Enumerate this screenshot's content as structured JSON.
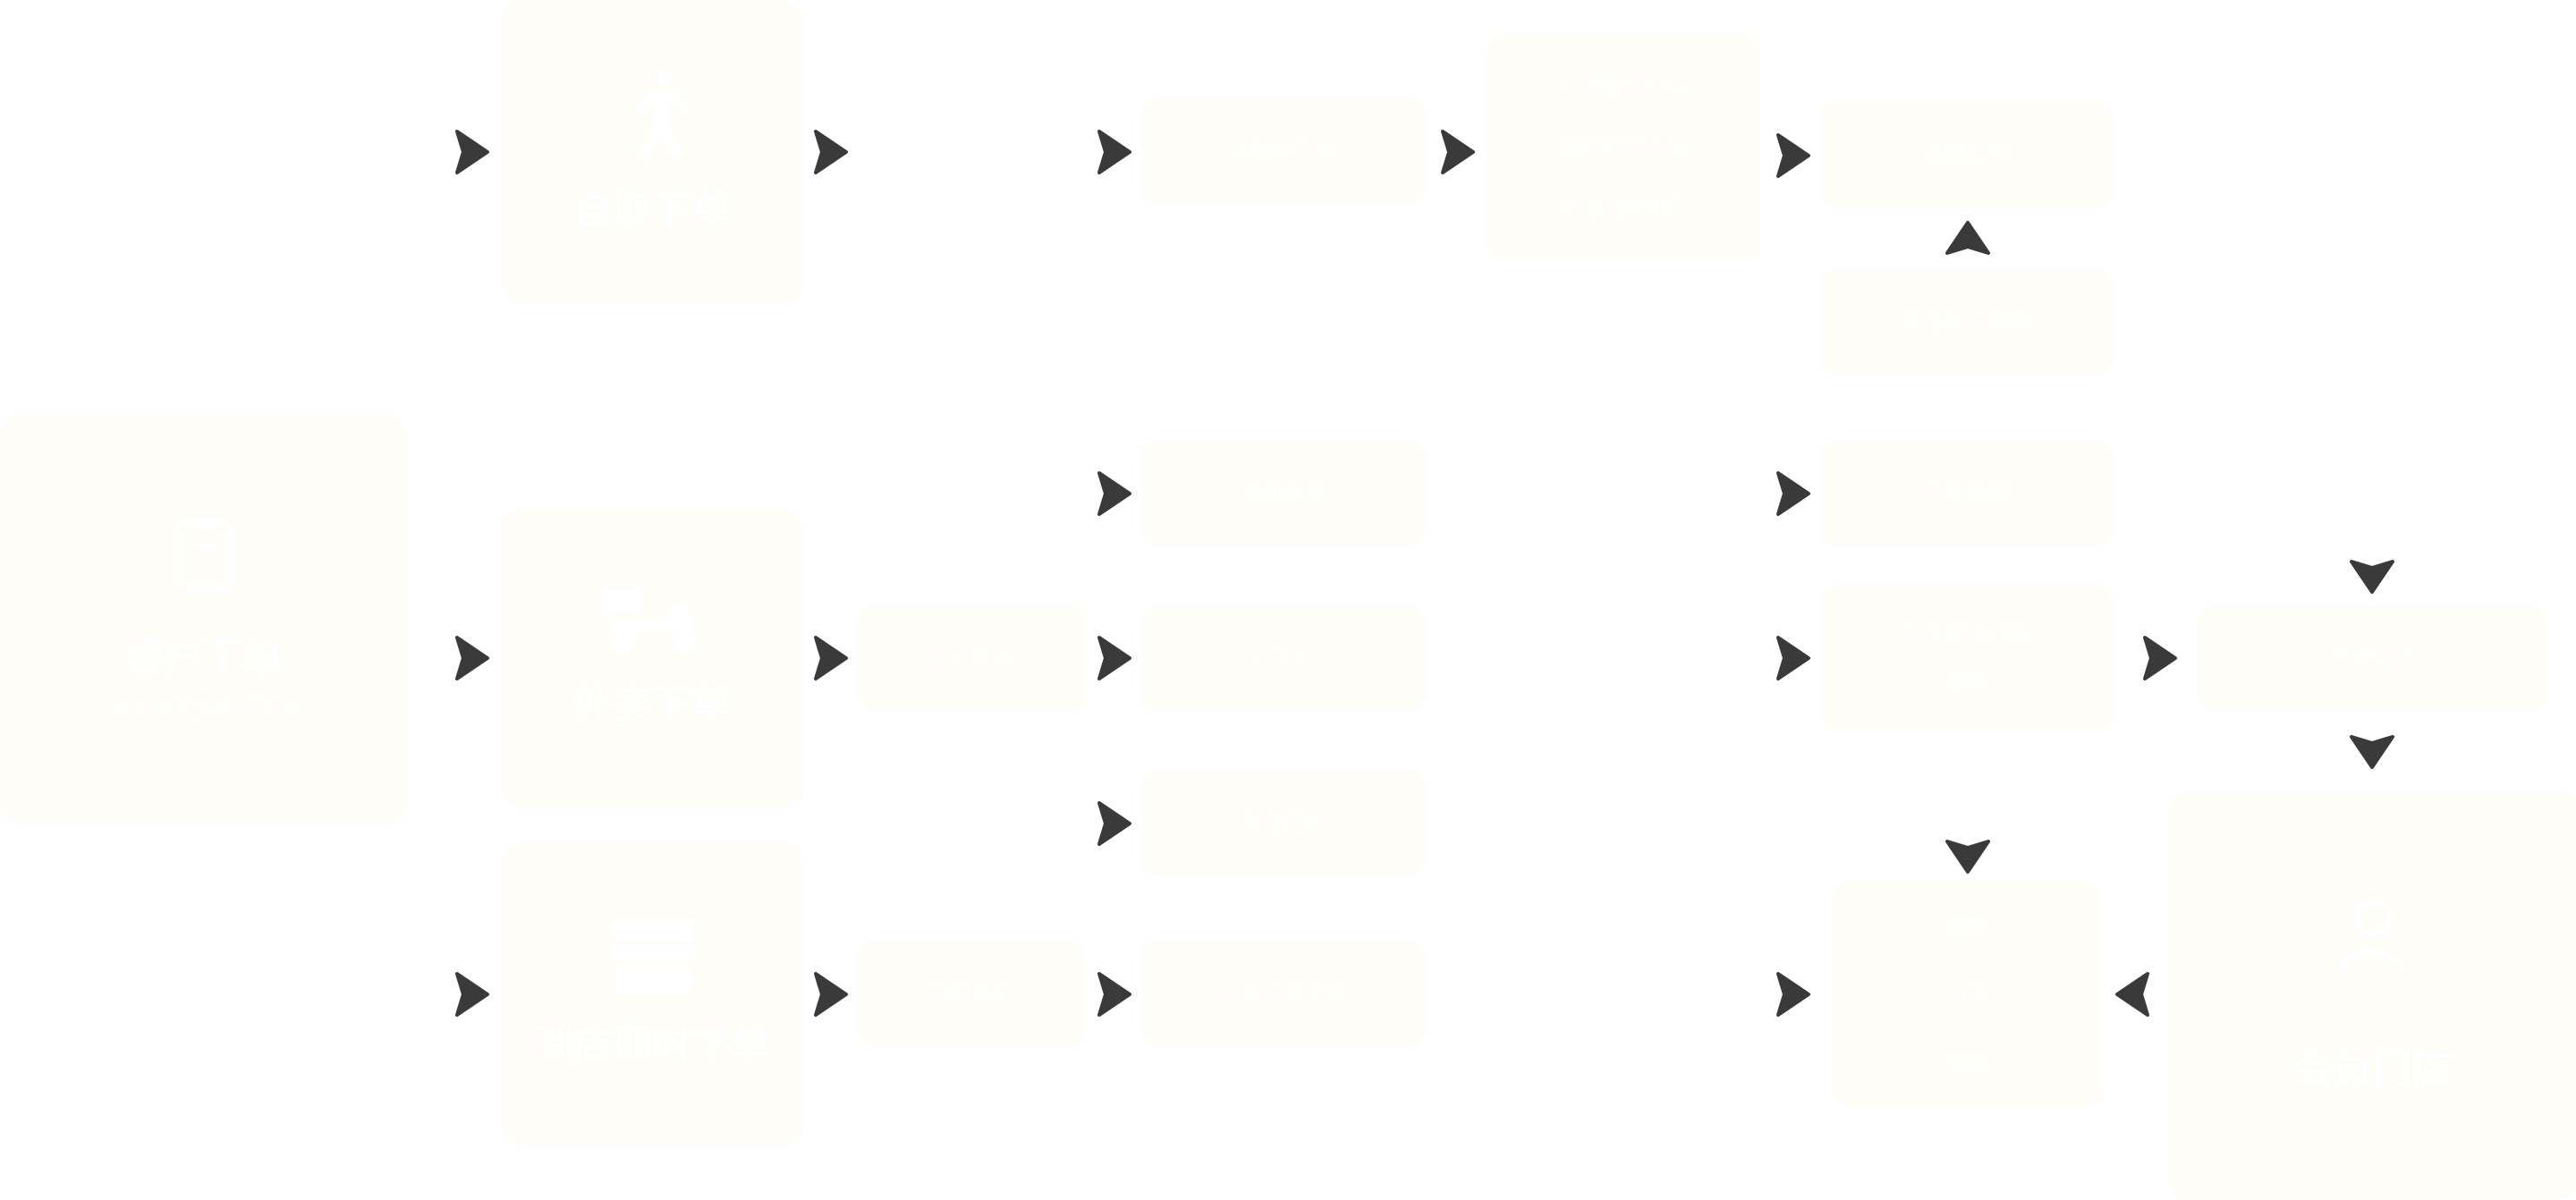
{
  "colors": {
    "box_fill": "#fffdf8",
    "box_text": "#ffffff",
    "arrow": "#3a3a3a"
  },
  "nodes": {
    "customer_order": {
      "title": "客户下单",
      "subtitle": "线上线下多渠道下单",
      "icon": "order-clipboard-icon"
    },
    "pickup_order": {
      "title": "自取下单",
      "icon": "walking-person-icon"
    },
    "delivery_order": {
      "title": "外卖下单",
      "icon": "delivery-scooter-icon"
    },
    "dinein_order": {
      "title": "到店即时下单",
      "icon": "storefront-icon"
    },
    "member_store": {
      "title": "会员门店",
      "icon": "member-person-icon"
    },
    "delivery_mid": {
      "label": "外卖平台"
    },
    "dinein_mid": {
      "label": "扫码点餐"
    },
    "col3_top": {
      "label": "小程序下单"
    },
    "col3_r1": {
      "label": "美团外卖"
    },
    "col3_r2": {
      "label": "饿了么"
    },
    "col3_r3": {
      "label": "自营配送"
    },
    "col3_r4": {
      "label": "堂食点餐下单"
    },
    "col4_multi": {
      "lines": [
        "门店收到订单",
        "后厨打印小票",
        "前台出餐叫号"
      ]
    },
    "col5_top": {
      "label": "出餐完成"
    },
    "col5_below": {
      "label": "顾客到店取餐"
    },
    "col5_r1": {
      "label": "骑手取餐"
    },
    "col5_r2": {
      "lines": [
        "骑手配送订单",
        "送达"
      ]
    },
    "col5_bottom": {
      "lines": [
        "堂食",
        "出餐",
        "用餐"
      ]
    },
    "col6_mid": {
      "label": "订单完成"
    }
  }
}
